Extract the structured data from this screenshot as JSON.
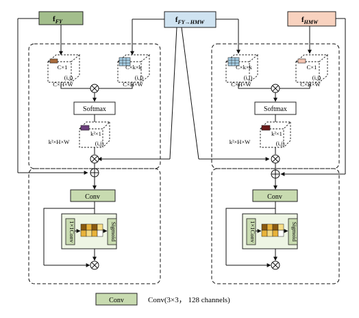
{
  "colors": {
    "fy_fill": "#a3be8c",
    "fmid_fill": "#cfe3f1",
    "fhmw_fill": "#f8d2bf",
    "conv_fill": "#c8dbb0",
    "inner_panel_fill": "#eef5e4",
    "softmax_fill": "#ffffff",
    "cell_dark": "#8a5a10",
    "cell_gold": "#e8b23a",
    "cell_light": "#f6dd86",
    "cube_blue": "#a7cfe6",
    "cube_purple": "#6b3e7c",
    "cube_brown": "#a86b3c",
    "cube_peach": "#f2c3b0"
  },
  "nodes": {
    "f_fy": {
      "base": "f",
      "sub": "FY"
    },
    "f_mid": {
      "base": "f",
      "sub": "FY→HMW"
    },
    "f_hmw": {
      "base": "f",
      "sub": "HMW"
    },
    "left": {
      "cube1_top": "C×1",
      "cube1_ij": "(i,j)",
      "cube1_bottom": "C×H×W",
      "cube2_top": "C×k×k",
      "cube2_ij": "(i,j)",
      "cube2_bottom": "C×H×W",
      "softmax": "Softmax",
      "cube3_top": "k²×1",
      "cube3_ij": "(i,j)",
      "cube3_side": "k²×H×W",
      "conv": "Conv",
      "inner_left": "1×1Conv",
      "inner_right": "Sigmoid"
    },
    "right": {
      "cube1_top": "C×k×k",
      "cube1_ij": "(i,j)",
      "cube1_bottom": "C×H×W",
      "cube2_top": "C×1",
      "cube2_ij": "(i,j)",
      "cube2_bottom": "C×H×W",
      "softmax": "Softmax",
      "cube3_top": "k²×1",
      "cube3_ij": "(i,j)",
      "cube3_side": "k²×H×W",
      "conv": "Conv",
      "inner_left": "1×1Conv",
      "inner_right": "Sigmoid"
    }
  },
  "legend": {
    "box": "Conv",
    "description": "Conv(3×3， 128 channels)"
  }
}
